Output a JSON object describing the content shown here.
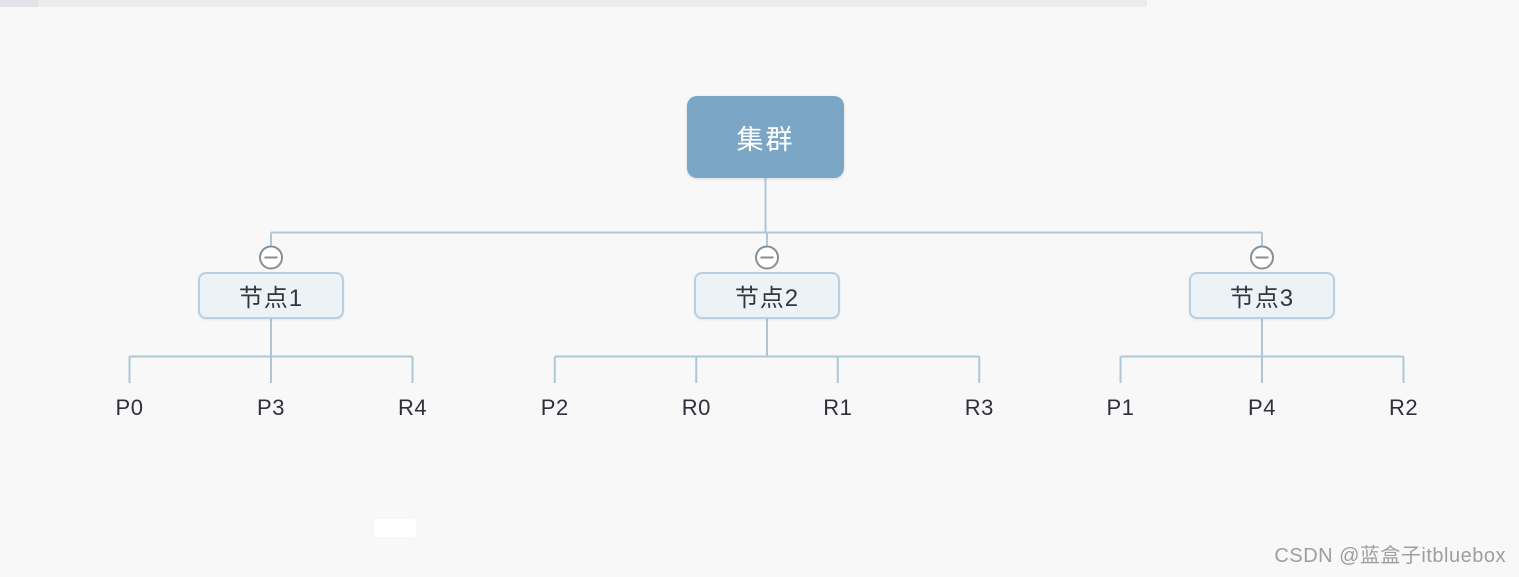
{
  "tree": {
    "root": {
      "label": "集群"
    },
    "nodes": [
      {
        "label": "节点1",
        "children": [
          "P0",
          "P3",
          "R4"
        ]
      },
      {
        "label": "节点2",
        "children": [
          "P2",
          "R0",
          "R1",
          "R3"
        ]
      },
      {
        "label": "节点3",
        "children": [
          "P1",
          "P4",
          "R2"
        ]
      }
    ]
  },
  "icons": {
    "collapse": "minus-circle-icon"
  },
  "colors": {
    "background": "#f8f8f9",
    "root_fill": "#7ba6c5",
    "root_text": "#ffffff",
    "node_fill": "#edf2f7",
    "node_border": "#b9cfde",
    "node_text": "#333640",
    "connector": "#aec7d8",
    "collapse_stroke": "#8b8e92",
    "leaf_text": "#2e3039",
    "watermark_text_color": "#9e9ea0"
  },
  "watermark": {
    "text": "CSDN @蓝盒子itbluebox"
  }
}
